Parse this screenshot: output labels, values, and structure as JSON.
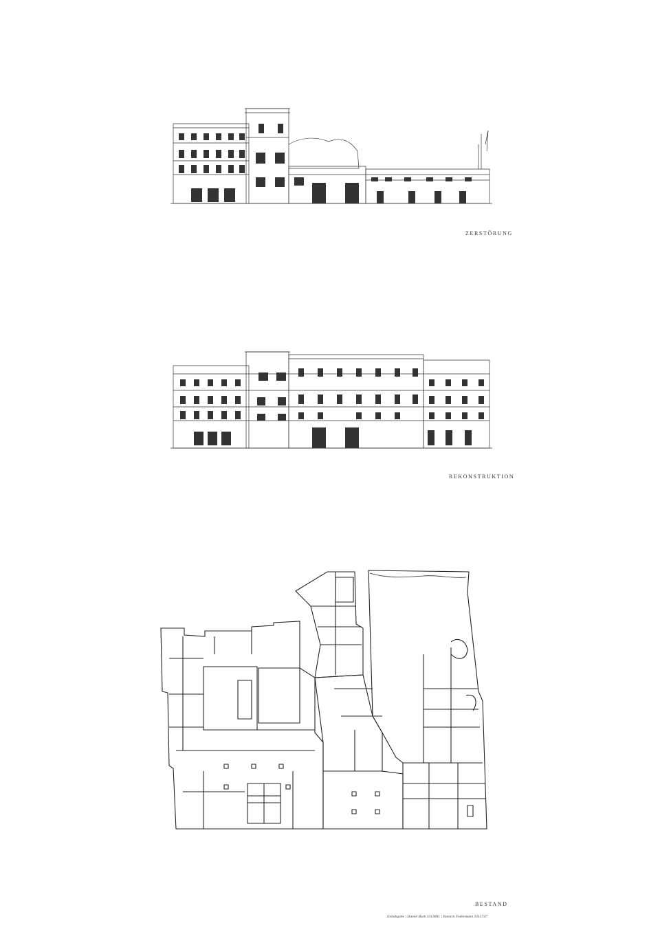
{
  "sheet": {
    "label_elevation_1": "ZERSTÖRUNG",
    "label_elevation_2": "REKONSTRUKTION",
    "label_plan": "BESTAND",
    "credits": "Endabgabe | Daniel Bark 3313891 | Yannick Federmann 3315747"
  }
}
